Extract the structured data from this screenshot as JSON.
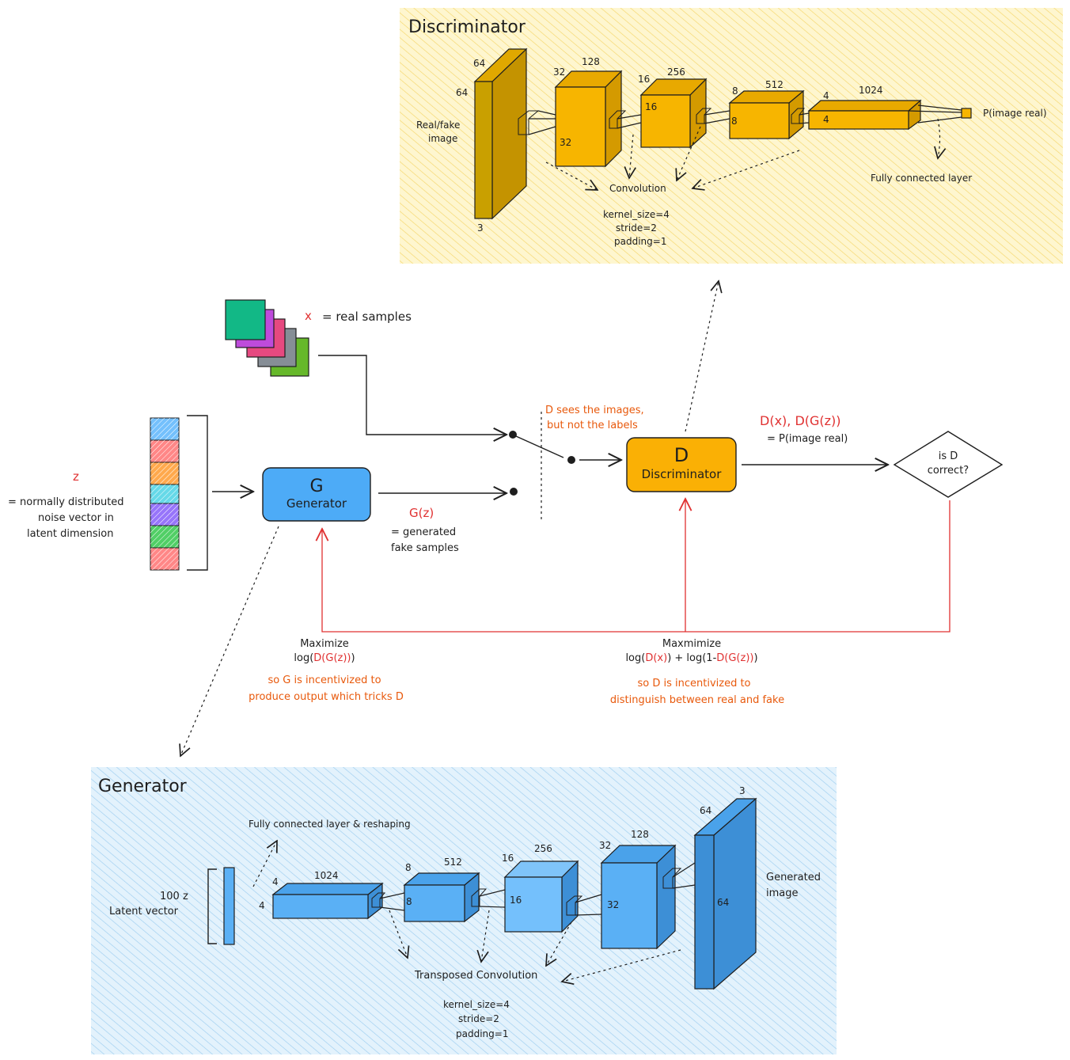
{
  "discriminator_panel": {
    "title": "Discriminator",
    "input_label_1": "Real/fake",
    "input_label_2": "image",
    "dims": {
      "in_h": "64",
      "in_w": "64",
      "in_c": "3",
      "l1_h": "32",
      "l1_w": "32",
      "l1_c": "128",
      "l2_h": "16",
      "l2_w": "16",
      "l2_c": "256",
      "l3_h": "8",
      "l3_w": "8",
      "l3_c": "512",
      "l4_h": "4",
      "l4_w": "4",
      "l4_c": "1024"
    },
    "output_label": "P(image real)",
    "fc_label": "Fully connected layer",
    "conv_label": "Convolution",
    "kernel": "kernel_size=4",
    "stride": "stride=2",
    "padding": "padding=1"
  },
  "flow": {
    "real_samples_x": "x",
    "real_samples_text": "= real samples",
    "z_symbol": "z",
    "z_desc_1": "= normally distributed",
    "z_desc_2": "noise vector in",
    "z_desc_3": "latent dimension",
    "generator_symbol": "G",
    "generator_label": "Generator",
    "gz": "G(z)",
    "gz_desc_1": "= generated",
    "gz_desc_2": "fake samples",
    "d_sees_1": "D sees the images,",
    "d_sees_2": "but not the labels",
    "discriminator_symbol": "D",
    "discriminator_label": "Discriminator",
    "d_outputs": "D(x), D(G(z))",
    "d_outputs_desc": "= P(image real)",
    "decision_1": "is D",
    "decision_2": "correct?",
    "g_objective_title": "Maximize",
    "g_objective_pre": "log(",
    "g_objective_red": "D(G(z))",
    "g_objective_post": ")",
    "g_note_1": "so G is incentivized to",
    "g_note_2": "produce output which tricks D",
    "d_objective_title": "Maxmimize",
    "d_obj_a": "log(",
    "d_obj_b": "D(x)",
    "d_obj_c": ") + log(1-",
    "d_obj_d": "D(G(z))",
    "d_obj_e": ")",
    "d_note_1": "so D is incentivized to",
    "d_note_2": "distinguish between real and fake"
  },
  "generator_panel": {
    "title": "Generator",
    "latent_1": "100 z",
    "latent_2": "Latent vector",
    "fc_label": "Fully connected layer & reshaping",
    "dims": {
      "l1_h": "4",
      "l1_w": "4",
      "l1_c": "1024",
      "l2_h": "8",
      "l2_w": "8",
      "l2_c": "512",
      "l3_h": "16",
      "l3_w": "16",
      "l3_c": "256",
      "l4_h": "32",
      "l4_w": "32",
      "l4_c": "128",
      "out_h": "64",
      "out_w": "64",
      "out_c": "3"
    },
    "output_1": "Generated",
    "output_2": "image",
    "tconv_label": "Transposed Convolution",
    "kernel": "kernel_size=4",
    "stride": "stride=2",
    "padding": "padding=1"
  },
  "colors": {
    "disc_bg": "#fdf0b3",
    "disc_block": "#f7b500",
    "disc_block_side": "#d49a00",
    "gen_bg": "#cde7f8",
    "gen_block": "#5ab0f5",
    "gen_block_side": "#3d8fd6",
    "red": "#e03131",
    "orange": "#e8590c"
  }
}
